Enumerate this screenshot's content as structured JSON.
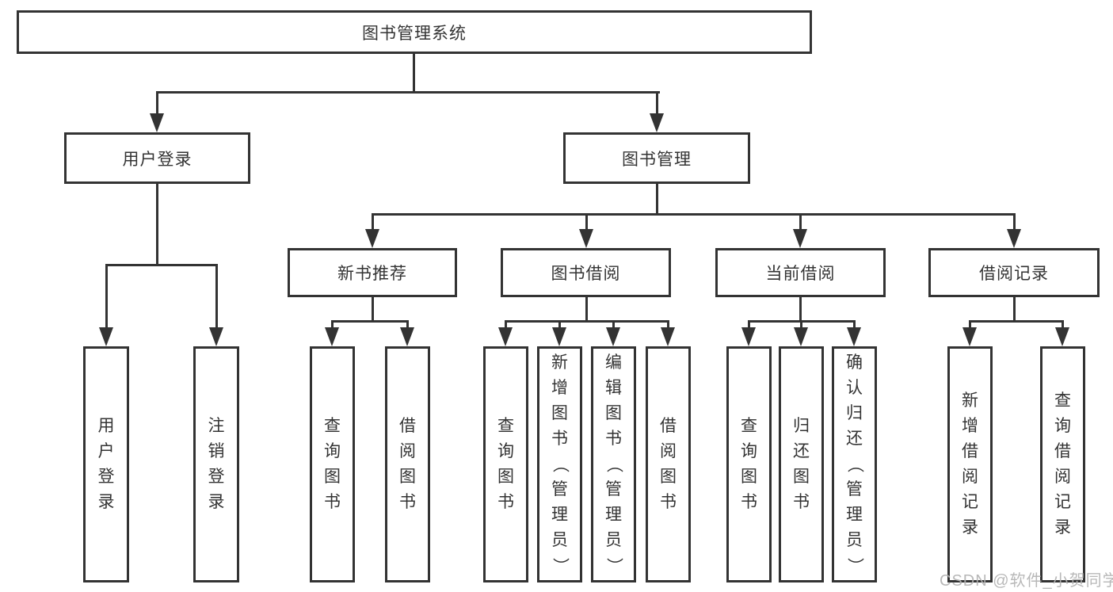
{
  "diagram": {
    "title": "图书管理系统",
    "root": {
      "label": "图书管理系统",
      "children": [
        {
          "label": "用户登录",
          "children": [
            {
              "label": "用户登录"
            },
            {
              "label": "注销登录"
            }
          ]
        },
        {
          "label": "图书管理",
          "children": [
            {
              "label": "新书推荐",
              "children": [
                {
                  "label": "查询图书"
                },
                {
                  "label": "借阅图书"
                }
              ]
            },
            {
              "label": "图书借阅",
              "children": [
                {
                  "label": "查询图书"
                },
                {
                  "label": "新增图书（管理员）"
                },
                {
                  "label": "编辑图书（管理员）"
                },
                {
                  "label": "借阅图书"
                }
              ]
            },
            {
              "label": "当前借阅",
              "children": [
                {
                  "label": "查询图书"
                },
                {
                  "label": "归还图书"
                },
                {
                  "label": "确认归还（管理员）"
                }
              ]
            },
            {
              "label": "借阅记录",
              "children": [
                {
                  "label": "新增借阅记录"
                },
                {
                  "label": "查询借阅记录"
                }
              ]
            }
          ]
        }
      ]
    }
  },
  "watermark": {
    "text": "CSDN @软件_小贺同学",
    "color": "#b3b3b3"
  },
  "colors": {
    "line": "#333333",
    "box_border": "#333333",
    "text": "#333333",
    "background": "#ffffff"
  }
}
